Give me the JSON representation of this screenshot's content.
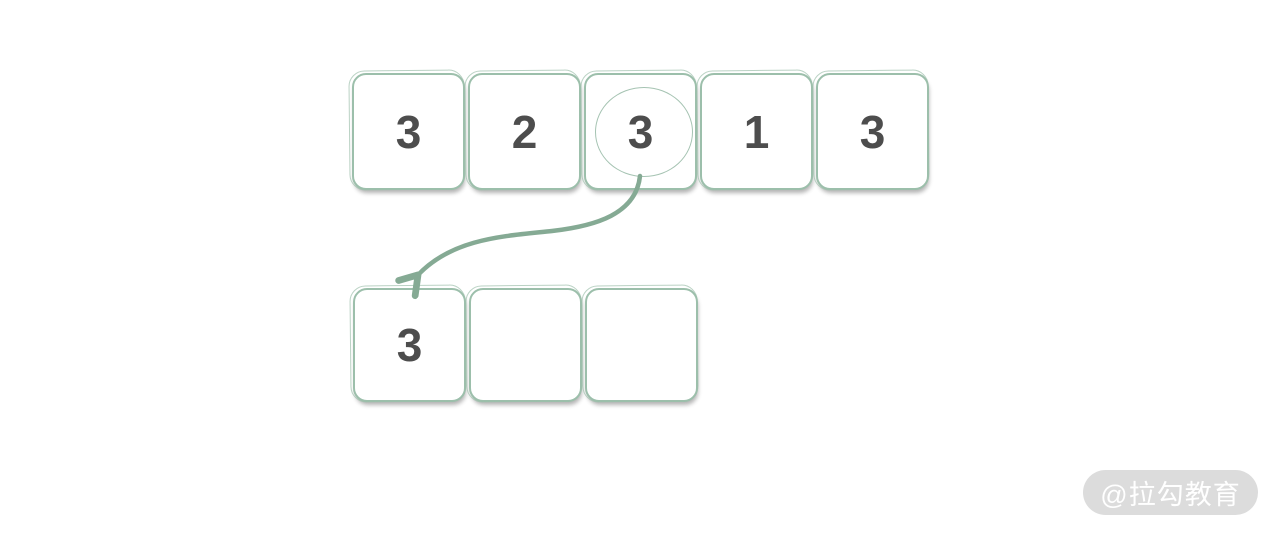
{
  "diagram": {
    "description": "array element copy illustration",
    "top_row": {
      "cells": [
        {
          "value": "3",
          "circled": false
        },
        {
          "value": "2",
          "circled": false
        },
        {
          "value": "3",
          "circled": true
        },
        {
          "value": "1",
          "circled": false
        },
        {
          "value": "3",
          "circled": false
        }
      ]
    },
    "bottom_row": {
      "cells": [
        {
          "value": "3"
        },
        {
          "value": ""
        },
        {
          "value": ""
        }
      ]
    },
    "arrow": {
      "from": "top-row-cell-3-circled",
      "to": "bottom-row-cell-1"
    },
    "colors": {
      "box_border": "#9cbfab",
      "arrow": "#85aa94",
      "number": "#4d4d4d",
      "circle": "#a5c3b2",
      "watermark_bg": "#dcdcdc",
      "watermark_text": "#ffffff"
    }
  },
  "watermark": {
    "text": "@拉勾教育"
  }
}
